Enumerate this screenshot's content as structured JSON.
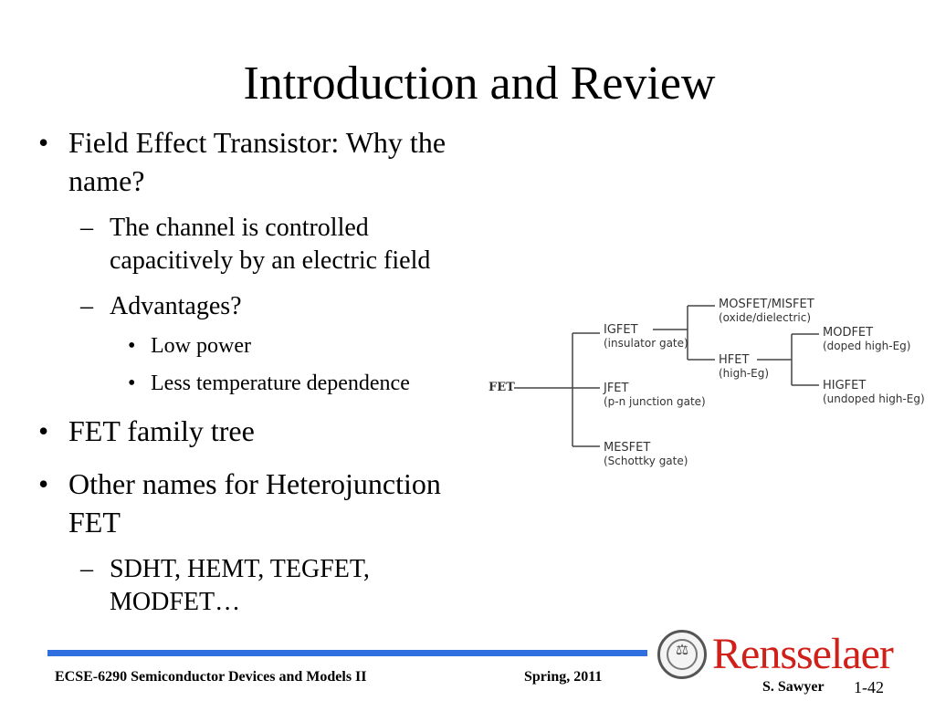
{
  "slide": {
    "title": "Introduction and Review"
  },
  "bullets": {
    "b1_line1": "Field Effect Transistor: Why the",
    "b1_line2": "name?",
    "b1_sub1_line1": "The channel is controlled",
    "b1_sub1_line2": "capacitively by an electric field",
    "b1_sub2": "Advantages?",
    "b1_sub2_item1": "Low power",
    "b1_sub2_item2": "Less temperature dependence",
    "b2": "FET family tree",
    "b3_line1": "Other names for Heterojunction",
    "b3_line2": "FET",
    "b3_sub1_line1": "SDHT, HEMT, TEGFET,",
    "b3_sub1_line2": "MODFET…",
    "bullet_marker": "•",
    "dash_marker": "–"
  },
  "diagram": {
    "root": "FET",
    "igfet": {
      "name": "IGFET",
      "sub": "(insulator gate)"
    },
    "jfet": {
      "name": "JFET",
      "sub": "(p-n junction gate)"
    },
    "mesfet": {
      "name": "MESFET",
      "sub": "(Schottky gate)"
    },
    "mosfet": {
      "name": "MOSFET/MISFET",
      "sub": "(oxide/dielectric)"
    },
    "hfet": {
      "name": "HFET",
      "sub": "(high-Eg)"
    },
    "modfet": {
      "name": "MODFET",
      "sub": "(doped high-Eg)"
    },
    "higfet": {
      "name": "HIGFET",
      "sub": "(undoped high-Eg)"
    }
  },
  "footer": {
    "course": "ECSE-6290 Semiconductor Devices and Models II",
    "term": "Spring, 2011",
    "author": "S. Sawyer",
    "page": "1-42",
    "logo_text": "Rensselaer",
    "accent_color": "#2f6fe0",
    "logo_color": "#d0201a"
  }
}
